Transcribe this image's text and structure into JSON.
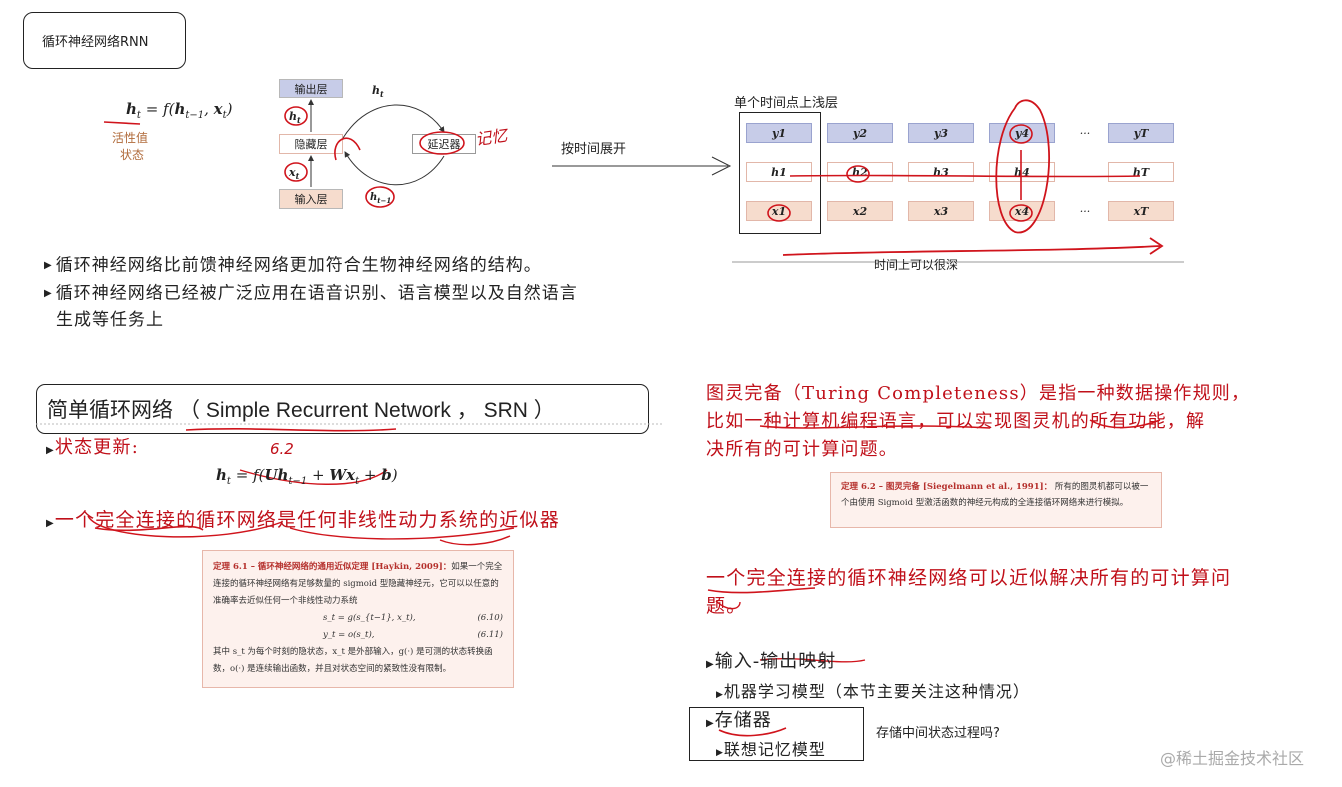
{
  "title": "循环神经网络RNN",
  "rnn_diagram": {
    "formula": "h_t = f(h_{t−1}, x_t)",
    "note_line1": "活性值",
    "note_line2": "状态",
    "output_layer": "输出层",
    "hidden_layer": "隐藏层",
    "input_layer": "输入层",
    "delay_unit": "延迟器",
    "h_label": "h",
    "h_sub": "t",
    "x_label": "x",
    "x_sub": "t",
    "hprev_label": "h",
    "hprev_sub": "t−1",
    "top_arrow_label": "h",
    "top_arrow_sub": "t",
    "handwritten_note": "记忆"
  },
  "unroll_label": "按时间展开",
  "unrolled": {
    "top_note": "单个时间点上浅层",
    "bottom_note": "时间上可以很深",
    "outputs": [
      "y1",
      "y2",
      "y3",
      "y4",
      "···",
      "yT"
    ],
    "hiddens": [
      "h1",
      "h2",
      "h3",
      "h4",
      "hT"
    ],
    "inputs": [
      "x1",
      "x2",
      "x3",
      "x4",
      "···",
      "xT"
    ]
  },
  "bullets_top": [
    "循环神经网络比前馈神经网络更加符合生物神经网络的结构。",
    "循环神经网络已经被广泛应用在语音识别、语言模型以及自然语言",
    "生成等任务上"
  ],
  "srn": {
    "title_cn": "简单循环网络",
    "title_en": "（ Simple Recurrent Network ， SRN ）",
    "state_update": "状态更新:",
    "formula": "h_t = f(Uh_{t−1} + Wx_t + b)",
    "handwritten_ref": "6.2",
    "approx_statement": "一个完全连接的循环网络是任何非线性动力系统的近似器"
  },
  "theorem_61": {
    "heading": "定理 6.1 – 循环神经网络的通用近似定理 [Haykin, 2009]：",
    "body1": "如果一个完全连接的循环神经网络有足够数量的 sigmoid 型隐藏神经元，它可以以任意的准确率去近似任何一个非线性动力系统",
    "eq1": "s_t = g(s_{t−1}, x_t),",
    "eq1_num": "(6.10)",
    "eq2": "y_t = o(s_t),",
    "eq2_num": "(6.11)",
    "footer": "其中 s_t 为每个时刻的隐状态，x_t 是外部输入，g(·) 是可测的状态转换函数，o(·) 是连续输出函数，并且对状态空间的紧致性没有限制。"
  },
  "turing": {
    "line1": "图灵完备（Turing Completeness）是指一种数据操作规则，",
    "line2": "比如一种计算机编程语言，可以实现图灵机的所有功能，解",
    "line3": "决所有的可计算问题。"
  },
  "theorem_62": {
    "heading": "定理 6.2 – 图灵完备 [Siegelmann et al., 1991]：",
    "body": "所有的图灵机都可以被一个由使用 Sigmoid 型激活函数的神经元构成的全连接循环网络来进行模拟。"
  },
  "conclusion": {
    "line1": "一个完全连接的循环神经网络可以近似解决所有的可计算问",
    "line2": "题。"
  },
  "applications": {
    "io_mapping": "输入-输出映射",
    "ml_model": "机器学习模型（本节主要关注这种情况）",
    "memory": "存储器",
    "associative": "联想记忆模型",
    "question": "存储中间状态过程吗?"
  },
  "watermark": "@稀土掘金技术社区"
}
